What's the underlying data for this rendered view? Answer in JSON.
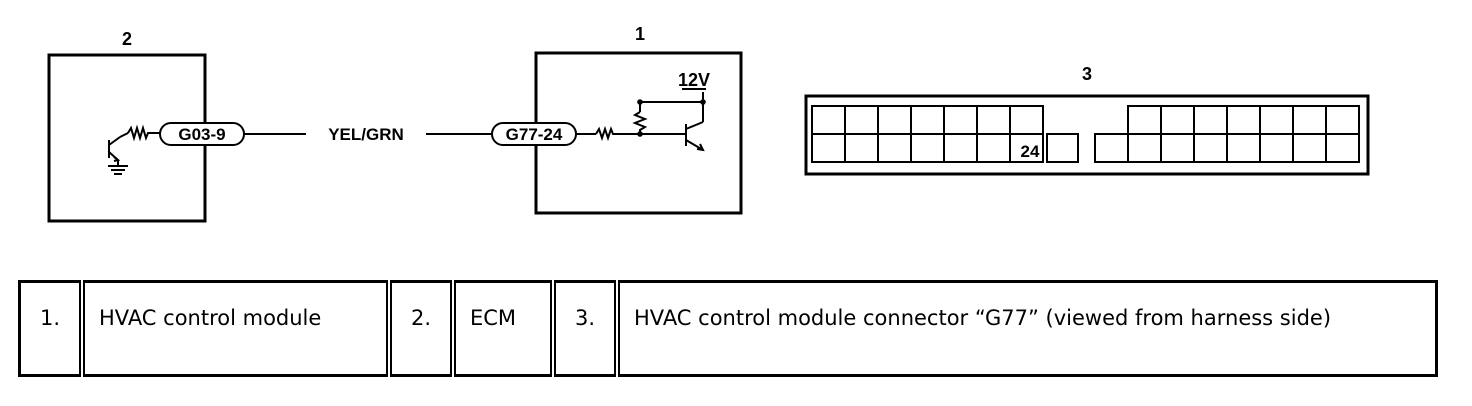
{
  "callouts": {
    "module_1": "1",
    "module_2": "2",
    "connector_3": "3"
  },
  "circuit": {
    "ecm_connector": "G03-9",
    "wire_color": "YEL/GRN",
    "hvac_connector": "G77-24",
    "supply_voltage": "12V"
  },
  "connector_view": {
    "terminal_label": "24"
  },
  "legend": [
    {
      "num": "1.",
      "text": "HVAC control module"
    },
    {
      "num": "2.",
      "text": "ECM"
    },
    {
      "num": "3.",
      "text": "HVAC control module connector “G77” (viewed from harness side)"
    }
  ]
}
